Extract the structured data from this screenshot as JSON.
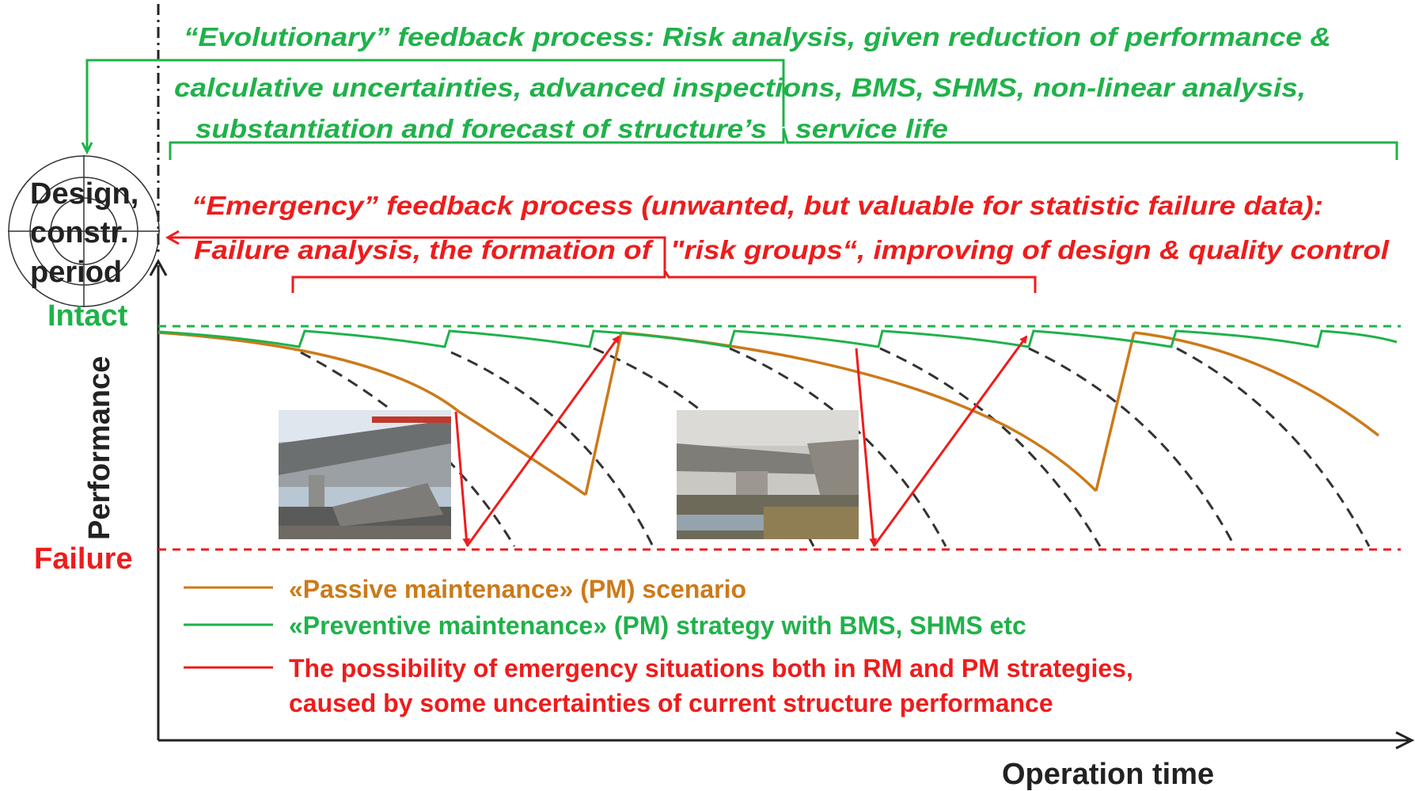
{
  "evolutionary": {
    "line1": "“Evolutionary” feedback process: Risk analysis, given reduction of performance &",
    "line2": "calculative uncertainties, advanced inspections, BMS, SHMS, non-linear analysis,",
    "line3a": "substantiation and forecast of structure’s",
    "line3b": "service life",
    "color": "#1fb24a"
  },
  "emergency": {
    "line1": "“Emergency” feedback process (unwanted, but valuable for statistic failure data):",
    "line2a": "Failure analysis, the formation of",
    "line2b": "\"risk groups“, improving of design & quality control",
    "color": "#ee1c1c"
  },
  "target": {
    "line1": "Design,",
    "line2": "constr.",
    "line3": "period"
  },
  "axes": {
    "ylabel": "Performance",
    "xlabel": "Operation time",
    "intact": "Intact",
    "failure": "Failure"
  },
  "legend": [
    {
      "text": "«Passive maintenance» (PM) scenario",
      "color": "#cc7a1a"
    },
    {
      "text": "«Preventive maintenance» (PM) strategy with BMS, SHMS etc",
      "color": "#1fb24a"
    },
    {
      "text": "The possibility of emergency situations both in RM and PM strategies,",
      "text2": "caused by some uncertainties of current structure performance",
      "color": "#ee1c1c"
    }
  ],
  "colors": {
    "passive": "#cc7a1a",
    "preventive": "#1fb24a",
    "emergency": "#ee1c1c",
    "dashed": "#333333",
    "axis": "#222222"
  },
  "photos": [
    "collapsed-overpass-photo",
    "collapsed-bridge-photo"
  ]
}
